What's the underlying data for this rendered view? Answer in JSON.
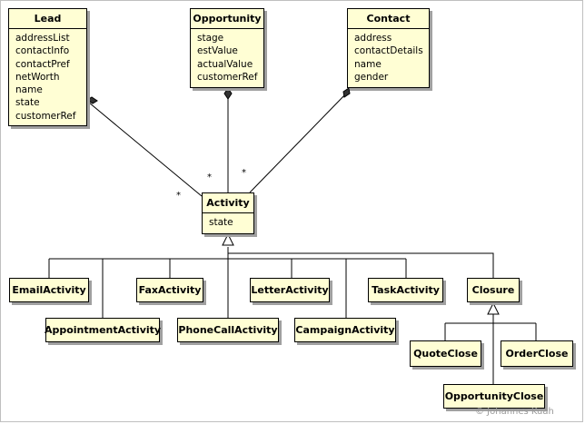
{
  "classes": {
    "lead": {
      "name": "Lead",
      "attributes": [
        "addressList",
        "contactInfo",
        "contactPref",
        "netWorth",
        "name",
        "state",
        "customerRef"
      ]
    },
    "opportunity": {
      "name": "Opportunity",
      "attributes": [
        "stage",
        "estValue",
        "actualValue",
        "customerRef"
      ]
    },
    "contact": {
      "name": "Contact",
      "attributes": [
        "address",
        "contactDetails",
        "name",
        "gender"
      ]
    },
    "activity": {
      "name": "Activity",
      "attributes": [
        "state"
      ]
    },
    "email_activity": {
      "name": "EmailActivity"
    },
    "fax_activity": {
      "name": "FaxActivity"
    },
    "letter_activity": {
      "name": "LetterActivity"
    },
    "task_activity": {
      "name": "TaskActivity"
    },
    "closure": {
      "name": "Closure"
    },
    "appointment_activity": {
      "name": "AppointmentActivity"
    },
    "phonecall_activity": {
      "name": "PhoneCallActivity"
    },
    "campaign_activity": {
      "name": "CampaignActivity"
    },
    "quote_close": {
      "name": "QuoteClose"
    },
    "order_close": {
      "name": "OrderClose"
    },
    "opportunity_close": {
      "name": "OpportunityClose"
    }
  },
  "multiplicities": {
    "lead": "*",
    "opportunity": "*",
    "contact": "*"
  },
  "copyright": "© Johannes Kuah",
  "colors": {
    "box_fill": "#fffed4",
    "shadow": "#a0a0a0",
    "line": "#000000"
  }
}
